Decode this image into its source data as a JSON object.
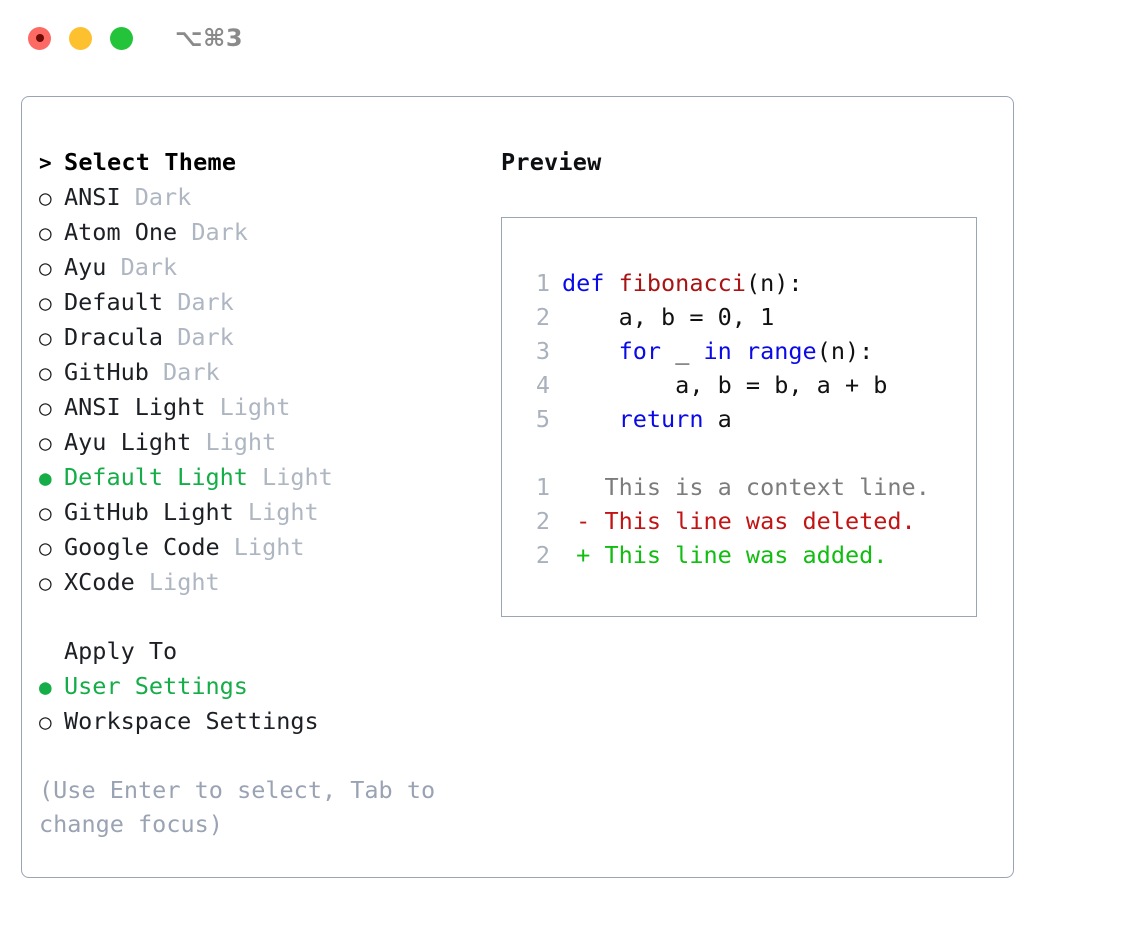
{
  "titlebar": {
    "shortcut": "⌥⌘3",
    "dots": [
      {
        "name": "close",
        "color": "#fc6a63"
      },
      {
        "name": "minimize",
        "color": "#fdc02f"
      },
      {
        "name": "zoom",
        "color": "#24c43a"
      }
    ]
  },
  "theme_picker": {
    "heading_prefix": "> ",
    "heading": "Select Theme",
    "markers": {
      "unselected": "○",
      "selected": "●"
    },
    "items": [
      {
        "name": "ANSI",
        "category": "Dark",
        "selected": false
      },
      {
        "name": "Atom One",
        "category": "Dark",
        "selected": false
      },
      {
        "name": "Ayu",
        "category": "Dark",
        "selected": false
      },
      {
        "name": "Default",
        "category": "Dark",
        "selected": false
      },
      {
        "name": "Dracula",
        "category": "Dark",
        "selected": false
      },
      {
        "name": "GitHub",
        "category": "Dark",
        "selected": false
      },
      {
        "name": "ANSI Light",
        "category": "Light",
        "selected": false
      },
      {
        "name": "Ayu Light",
        "category": "Light",
        "selected": false
      },
      {
        "name": "Default Light",
        "category": "Light",
        "selected": true
      },
      {
        "name": "GitHub Light",
        "category": "Light",
        "selected": false
      },
      {
        "name": "Google Code",
        "category": "Light",
        "selected": false
      },
      {
        "name": "XCode",
        "category": "Light",
        "selected": false
      }
    ]
  },
  "apply_to": {
    "heading": "Apply To",
    "options": [
      {
        "label": "User Settings",
        "selected": true
      },
      {
        "label": "Workspace Settings",
        "selected": false
      }
    ]
  },
  "hint": "(Use Enter to select, Tab to change focus)",
  "preview": {
    "title": "Preview",
    "code_lines": [
      {
        "number": "1",
        "tokens": [
          {
            "text": "def ",
            "type": "keyword"
          },
          {
            "text": "fibonacci",
            "type": "function"
          },
          {
            "text": "(n):",
            "type": "plain"
          }
        ]
      },
      {
        "number": "2",
        "tokens": [
          {
            "text": "    a, b = 0, 1",
            "type": "plain"
          }
        ]
      },
      {
        "number": "3",
        "tokens": [
          {
            "text": "    ",
            "type": "plain"
          },
          {
            "text": "for ",
            "type": "keyword"
          },
          {
            "text": "_ ",
            "type": "plain"
          },
          {
            "text": "in ",
            "type": "keyword"
          },
          {
            "text": "range",
            "type": "keyword"
          },
          {
            "text": "(n):",
            "type": "plain"
          }
        ]
      },
      {
        "number": "4",
        "tokens": [
          {
            "text": "        a, b = b, a + b",
            "type": "plain"
          }
        ]
      },
      {
        "number": "5",
        "tokens": [
          {
            "text": "    ",
            "type": "plain"
          },
          {
            "text": "return ",
            "type": "keyword"
          },
          {
            "text": "a",
            "type": "plain"
          }
        ]
      }
    ],
    "diff_lines": [
      {
        "number": "1",
        "sign": " ",
        "text": "This is a context line.",
        "type": "context"
      },
      {
        "number": "2",
        "sign": "-",
        "text": "This line was deleted.",
        "type": "deleted"
      },
      {
        "number": "2",
        "sign": "+",
        "text": "This line was added.",
        "type": "added"
      }
    ]
  },
  "colors": {
    "accent_green": "#14ad47",
    "muted": "#aeb6c2",
    "hint": "#9aa3b3",
    "keyword_blue": "#0a0ae6",
    "function_red": "#a81414",
    "diff_deleted": "#c21414",
    "diff_added": "#10bd10",
    "border": "#9ba4b4"
  }
}
